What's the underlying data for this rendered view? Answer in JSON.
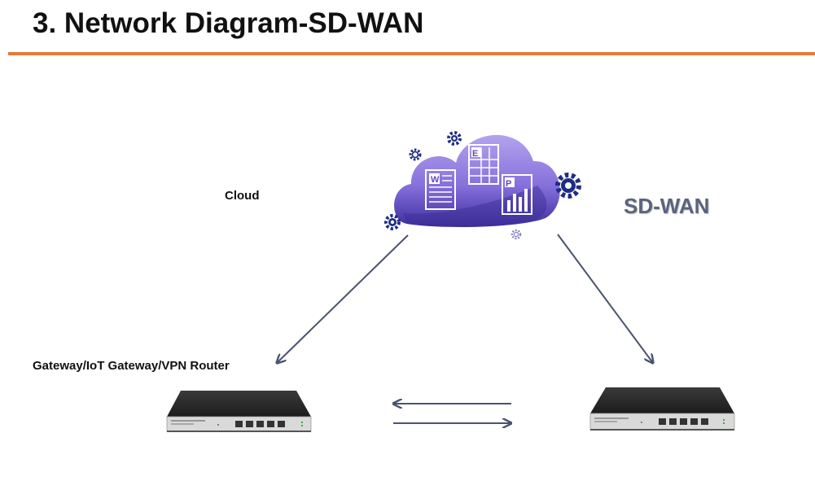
{
  "slide": {
    "title": "3. Network Diagram-SD-WAN"
  },
  "labels": {
    "cloud": "Cloud",
    "gateway": "Gateway/IoT Gateway/VPN Router",
    "sdwan": "SD-WAN"
  },
  "cloud_docs": {
    "word_letter": "W",
    "excel_letter": "E",
    "ppt_letter": "P"
  },
  "colors": {
    "title_rule": "#e07b39",
    "cloud_top": "#a996e6",
    "cloud_bottom": "#3a2f9a",
    "gear": "#1e2c84",
    "arrow": "#4a5370",
    "device_body": "#2b2b2b",
    "device_panel": "#d9d9d9"
  }
}
